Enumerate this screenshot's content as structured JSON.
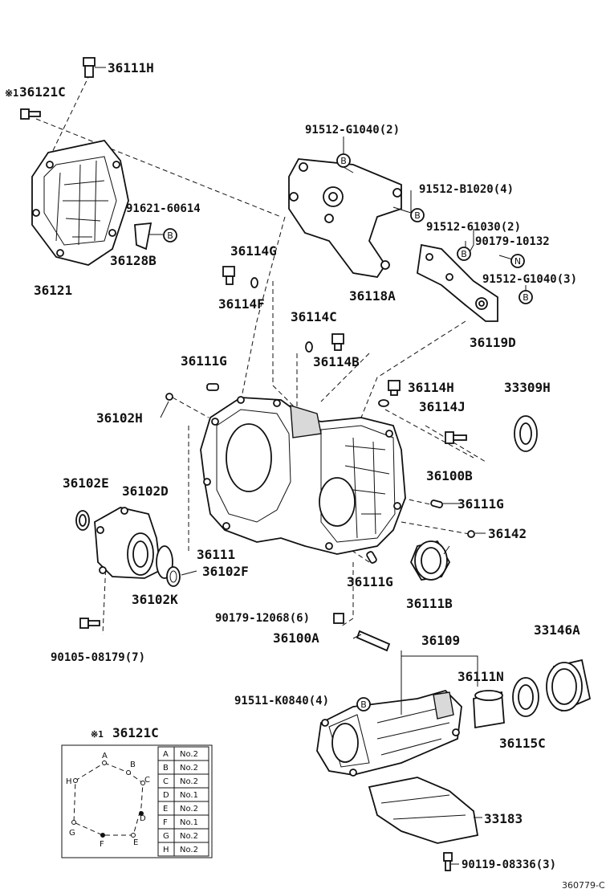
{
  "labels": {
    "p36111H": "36111H",
    "p36121C_mark": "※1",
    "p36121C": "36121C",
    "p91512_G1040_2": "91512-G1040(2)",
    "p91512_B1020_4": "91512-B1020(4)",
    "p91621_60614": "91621-60614",
    "p91512_61030_2": "91512-61030(2)",
    "p90179_10132": "90179-10132",
    "p91512_G1040_3": "91512-G1040(3)",
    "p36128B": "36128B",
    "p36121": "36121",
    "p36114G": "36114G",
    "p36114F": "36114F",
    "p36118A": "36118A",
    "p36114C": "36114C",
    "p36114B": "36114B",
    "p36119D": "36119D",
    "p36111G_a": "36111G",
    "p36114H": "36114H",
    "p33309H": "33309H",
    "p36102H": "36102H",
    "p36114J": "36114J",
    "p36100B": "36100B",
    "p36102E": "36102E",
    "p36102D": "36102D",
    "p36111G_b": "36111G",
    "p36142": "36142",
    "p36111": "36111",
    "p36102F": "36102F",
    "p36102K": "36102K",
    "p36111G_c": "36111G",
    "p36111B": "36111B",
    "p90179_12068_6": "90179-12068(6)",
    "p36100A": "36100A",
    "p36109": "36109",
    "p33146A": "33146A",
    "p90105_08179_7": "90105-08179(7)",
    "p36111N": "36111N",
    "p91511_K0840_4": "91511-K0840(4)",
    "p36115C": "36115C",
    "p33183": "33183",
    "p90119_08336_3": "90119-08336(3)"
  },
  "circled": {
    "B": "B",
    "N": "N"
  },
  "inset": {
    "mark": "※1",
    "part": "36121C",
    "points": [
      "A",
      "B",
      "C",
      "D",
      "E",
      "F",
      "G",
      "H"
    ],
    "table": [
      [
        "A",
        "No.2"
      ],
      [
        "B",
        "No.2"
      ],
      [
        "C",
        "No.2"
      ],
      [
        "D",
        "No.1"
      ],
      [
        "E",
        "No.2"
      ],
      [
        "F",
        "No.1"
      ],
      [
        "G",
        "No.2"
      ],
      [
        "H",
        "No.2"
      ]
    ]
  },
  "ref_code": "360779-C"
}
